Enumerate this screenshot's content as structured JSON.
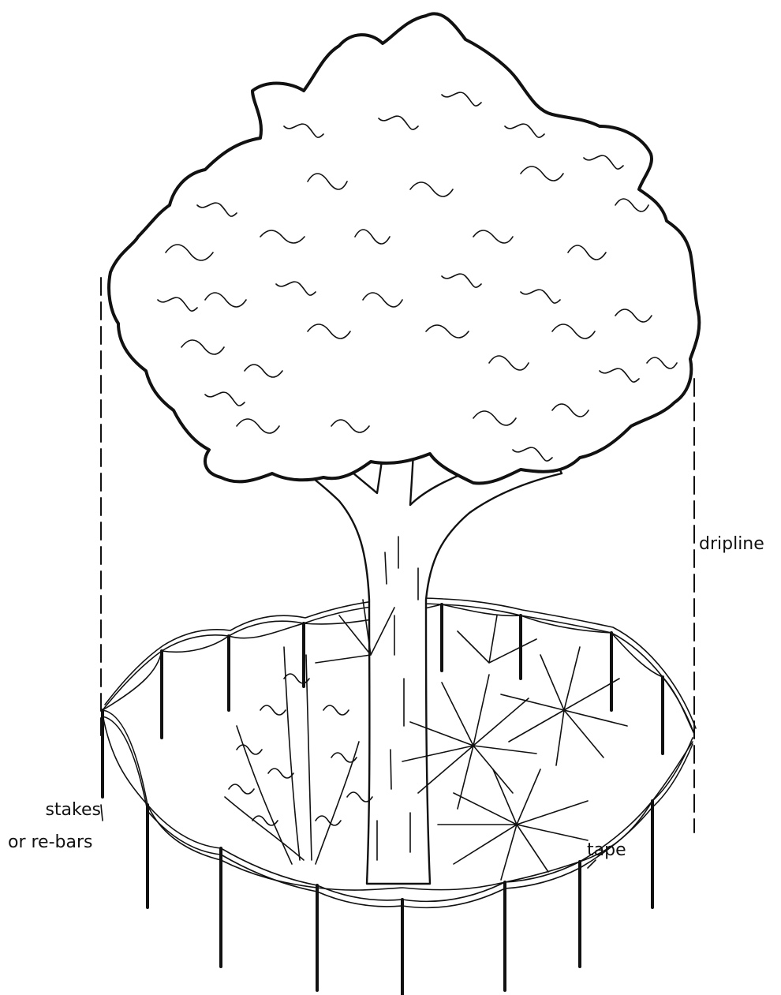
{
  "labels": {
    "dripline": "dripline",
    "stakes_line1": "stakes",
    "stakes_line2": "or re-bars",
    "tape": "tape"
  },
  "colors": {
    "ink": "#111111",
    "paper": "#ffffff"
  }
}
